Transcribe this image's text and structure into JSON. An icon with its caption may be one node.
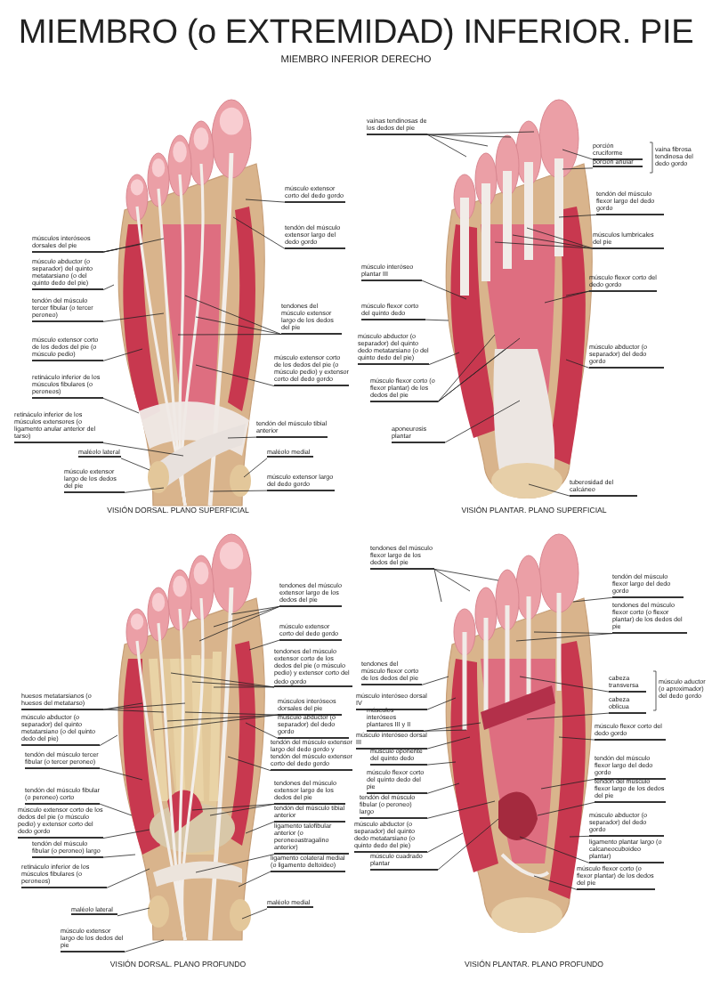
{
  "diagram": {
    "title": "MIEMBRO (o EXTREMIDAD) INFERIOR. PIE",
    "nodes": [
      {
        "text": [
          "músculos interóseos dorsales del pie"
        ]
      },
      {
        "text": [
          "músculo abductor (o separador) del quinto metatarsiano (o del quinto dedo del pie)"
        ]
      },
      {
        "text": [
          "tendón del músculo tercer fibular (o tercer peroneo)"
        ]
      },
      {
        "text": [
          "músculo extensor corto de los dedos del pie (o músculo pedio)"
        ]
      },
      {
        "text": [
          "retináculo inferior de los músculos fibulares (o peroneos)"
        ]
      },
      {
        "text": [
          "retináculo inferior de los músculos extensores (o ligamento anular anterior del tarso)"
        ]
      },
      {
        "text": [
          "maléolo lateral"
        ]
      },
      {
        "text": [
          "músculo extensor largo de los dedos del pie"
        ]
      },
      {
        "text": [
          "músculo extensor corto del dedo gordo"
        ]
      },
      {
        "text": [
          "tendón del músculo extensor largo del dedo gordo"
        ]
      },
      {
        "text": [
          "tendones del músculo extensor largo de los dedos del pie"
        ]
      },
      {
        "text": [
          "músculo extensor corto de los dedos del pie (o músculo pedio) y extensor corto del dedo gordo"
        ]
      },
      {
        "text": [
          "tendón del músculo tibial anterior"
        ]
      },
      {
        "text": [
          "maléolo medial"
        ]
      },
      {
        "text": [
          "músculo extensor largo del dedo gordo"
        ]
      },
      {
        "text": [
          "vainas tendinosas de los dedos del pie"
        ]
      },
      {
        "text": [
          "porción cruciforme"
        ]
      },
      {
        "text": [
          "porción anular"
        ]
      },
      {
        "text": [
          "tendón del músculo flexor largo del dedo gordo"
        ]
      },
      {
        "text": [
          "músculos lumbricales del pie"
        ]
      },
      {
        "text": [
          "músculo flexor corto del dedo gordo"
        ]
      },
      {
        "text": [
          "músculo abductor (o separador) del dedo gordo"
        ]
      },
      {
        "text": [
          "tuberosidad del calcáneo"
        ]
      },
      {
        "text": [
          "músculo interóseo plantar III"
        ]
      },
      {
        "text": [
          "músculo flexor corto del quinto dedo"
        ]
      },
      {
        "text": [
          "músculo abductor (o separador) del quinto dedo metatarsiano (o del quinto dedo del pie)"
        ]
      },
      {
        "text": [
          "músculo flexor corto (o flexor plantar) de los dedos del pie"
        ]
      },
      {
        "text": [
          "aponeurosis plantar"
        ]
      },
      {
        "text": [
          "huesos metatarsianos (o huesos del metatarso)"
        ]
      },
      {
        "text": [
          "músculo abductor (o separador) del quinto metatarsiano (o del quinto dedo del pie)"
        ]
      },
      {
        "text": [
          "tendón del músculo tercer fibular (o tercer peroneo)"
        ]
      },
      {
        "text": [
          "tendón del músculo fibular (o peroneo) corto"
        ]
      },
      {
        "text": [
          "músculo extensor corto de los dedos del pie (o músculo pedio) y extensor corto del dedo gordo"
        ]
      },
      {
        "text": [
          "tendón del músculo fibular (o peroneo) largo"
        ]
      },
      {
        "text": [
          "retináculo inferior de los músculos fibulares (o peroneos)"
        ]
      },
      {
        "text": [
          "maléolo lateral"
        ]
      },
      {
        "text": [
          "músculo extensor largo de los dedos del pie"
        ]
      },
      {
        "text": [
          "tendones del músculo extensor largo de los dedos del pie"
        ]
      },
      {
        "text": [
          "músculo extensor corto del dedo gordo"
        ]
      },
      {
        "text": [
          "tendones del músculo extensor corto de los dedos del pie (o músculo pedio) y extensor corto del dedo gordo"
        ]
      },
      {
        "text": [
          "músculos interóseos dorsales del pie"
        ]
      },
      {
        "text": [
          "músculo abductor (o separador) del dedo gordo"
        ]
      },
      {
        "text": [
          "tendón del músculo extensor largo del dedo gordo y tendón del músculo extensor corto del dedo gordo"
        ]
      },
      {
        "text": [
          "tendones del músculo extensor largo de los dedos del pie"
        ]
      },
      {
        "text": [
          "tendón del músculo tibial anterior"
        ]
      },
      {
        "text": [
          "ligamento talofibular anterior (o peroneoastragalino anterior)"
        ]
      },
      {
        "text": [
          "ligamento colateral medial (o ligamento deltoideo)"
        ]
      },
      {
        "text": [
          "maléolo medial"
        ]
      },
      {
        "text": [
          "tendones del músculo flexor largo de los dedos del pie"
        ]
      },
      {
        "text": [
          "tendones del músculo flexor corto de los dedos del pie"
        ]
      },
      {
        "text": [
          "músculo interóseo dorsal IV"
        ]
      },
      {
        "text": [
          "músculos interóseos plantares III y II"
        ]
      },
      {
        "text": [
          "músculo interóseo dorsal III"
        ]
      },
      {
        "text": [
          "músculo oponente del quinto dedo"
        ]
      },
      {
        "text": [
          "músculo flexor corto del quinto dedo del pie"
        ]
      },
      {
        "text": [
          "tendón del músculo fibular (o peroneo) largo"
        ]
      },
      {
        "text": [
          "músculo abductor (o separador) del quinto dedo metatarsiano (o quinto dedo del pie)"
        ]
      },
      {
        "text": [
          "músculo cuadrado plantar"
        ]
      },
      {
        "text": [
          "tendón del músculo flexor largo del dedo gordo"
        ]
      },
      {
        "text": [
          "tendones del músculo flexor corto (o flexor plantar) de los dedos del pie"
        ]
      },
      {
        "text": [
          "cabeza transversa"
        ]
      },
      {
        "text": [
          "cabeza oblicua"
        ]
      },
      {
        "text": [
          "músculo flexor corto del dedo gordo"
        ]
      },
      {
        "text": [
          "tendón del músculo flexor largo del dedo gordo"
        ]
      },
      {
        "text": [
          "tendón del músculo flexor largo de los dedos del pie"
        ]
      },
      {
        "text": [
          "músculo abductor (o separador) del dedo gordo"
        ]
      },
      {
        "text": [
          "ligamento plantar largo (o calcaneocuboideo plantar)"
        ]
      },
      {
        "text": [
          "músculo flexor corto (o flexor plantar) de los dedos del pie"
        ]
      },
      {
        "text": [],
        "shape": "picture"
      },
      {
        "text": [],
        "shape": "picture"
      },
      {
        "text": [],
        "shape": "picture"
      },
      {
        "text": [],
        "shape": "picture"
      }
    ],
    "edges": [
      {
        "from": 0,
        "to": 68,
        "arrow": "none"
      },
      {
        "from": 0,
        "to": 68,
        "arrow": "none"
      },
      {
        "from": 0,
        "to": 68,
        "arrow": "none"
      },
      {
        "from": 1,
        "to": 68,
        "arrow": "none"
      },
      {
        "from": 2,
        "to": 68,
        "arrow": "none"
      },
      {
        "from": 3,
        "to": 68,
        "arrow": "none"
      },
      {
        "from": 4,
        "to": 68,
        "arrow": "none"
      },
      {
        "from": 5,
        "to": 68,
        "arrow": "none"
      },
      {
        "from": 6,
        "to": 68,
        "arrow": "none"
      },
      {
        "from": 7,
        "to": 68,
        "arrow": "none"
      },
      {
        "from": 8,
        "to": 68,
        "arrow": "none"
      },
      {
        "from": 9,
        "to": 68,
        "arrow": "none"
      },
      {
        "from": 10,
        "to": 68,
        "arrow": "none"
      },
      {
        "from": 10,
        "to": 68,
        "arrow": "none"
      },
      {
        "from": 10,
        "to": 68,
        "arrow": "none"
      },
      {
        "from": 11,
        "to": 68,
        "arrow": "none"
      },
      {
        "from": 12,
        "to": 68,
        "arrow": "none"
      },
      {
        "from": 13,
        "to": 68,
        "arrow": "none"
      },
      {
        "from": 14,
        "to": 68,
        "arrow": "none"
      },
      {
        "from": 15,
        "to": 69,
        "arrow": "none"
      },
      {
        "from": 15,
        "to": 69,
        "arrow": "none"
      },
      {
        "from": 15,
        "to": 69,
        "arrow": "none"
      },
      {
        "from": 15,
        "to": 69,
        "arrow": "none"
      },
      {
        "from": 16,
        "to": 69,
        "arrow": "none"
      },
      {
        "from": 17,
        "to": 69,
        "arrow": "none"
      },
      {
        "from": 18,
        "to": 69,
        "arrow": "none"
      },
      {
        "from": 19,
        "to": 69,
        "arrow": "none"
      },
      {
        "from": 19,
        "to": 69,
        "arrow": "none"
      },
      {
        "from": 19,
        "to": 69,
        "arrow": "none"
      },
      {
        "from": 20,
        "to": 69,
        "arrow": "none"
      },
      {
        "from": 20,
        "to": 69,
        "arrow": "none"
      },
      {
        "from": 21,
        "to": 69,
        "arrow": "none"
      },
      {
        "from": 22,
        "to": 69,
        "arrow": "none"
      },
      {
        "from": 23,
        "to": 69,
        "arrow": "none"
      },
      {
        "from": 24,
        "to": 69,
        "arrow": "none"
      },
      {
        "from": 25,
        "to": 69,
        "arrow": "none"
      },
      {
        "from": 26,
        "to": 69,
        "arrow": "none"
      },
      {
        "from": 26,
        "to": 69,
        "arrow": "none"
      },
      {
        "from": 26,
        "to": 69,
        "arrow": "none"
      },
      {
        "from": 27,
        "to": 69,
        "arrow": "none"
      },
      {
        "from": 28,
        "to": 70,
        "arrow": "none"
      },
      {
        "from": 28,
        "to": 70,
        "arrow": "none"
      },
      {
        "from": 28,
        "to": 70,
        "arrow": "none"
      },
      {
        "from": 29,
        "to": 70,
        "arrow": "none"
      },
      {
        "from": 30,
        "to": 70,
        "arrow": "none"
      },
      {
        "from": 31,
        "to": 70,
        "arrow": "none"
      },
      {
        "from": 32,
        "to": 70,
        "arrow": "none"
      },
      {
        "from": 33,
        "to": 70,
        "arrow": "none"
      },
      {
        "from": 34,
        "to": 70,
        "arrow": "none"
      },
      {
        "from": 35,
        "to": 70,
        "arrow": "none"
      },
      {
        "from": 36,
        "to": 70,
        "arrow": "none"
      },
      {
        "from": 37,
        "to": 70,
        "arrow": "none"
      },
      {
        "from": 37,
        "to": 70,
        "arrow": "none"
      },
      {
        "from": 37,
        "to": 70,
        "arrow": "none"
      },
      {
        "from": 38,
        "to": 70,
        "arrow": "none"
      },
      {
        "from": 39,
        "to": 70,
        "arrow": "none"
      },
      {
        "from": 39,
        "to": 70,
        "arrow": "none"
      },
      {
        "from": 39,
        "to": 70,
        "arrow": "none"
      },
      {
        "from": 40,
        "to": 70,
        "arrow": "none"
      },
      {
        "from": 40,
        "to": 70,
        "arrow": "none"
      },
      {
        "from": 40,
        "to": 70,
        "arrow": "none"
      },
      {
        "from": 41,
        "to": 70,
        "arrow": "none"
      },
      {
        "from": 42,
        "to": 70,
        "arrow": "none"
      },
      {
        "from": 43,
        "to": 70,
        "arrow": "none"
      },
      {
        "from": 43,
        "to": 70,
        "arrow": "none"
      },
      {
        "from": 44,
        "to": 70,
        "arrow": "none"
      },
      {
        "from": 45,
        "to": 70,
        "arrow": "none"
      },
      {
        "from": 46,
        "to": 70,
        "arrow": "none"
      },
      {
        "from": 47,
        "to": 70,
        "arrow": "none"
      },
      {
        "from": 48,
        "to": 71,
        "arrow": "none"
      },
      {
        "from": 48,
        "to": 71,
        "arrow": "none"
      },
      {
        "from": 48,
        "to": 71,
        "arrow": "none"
      },
      {
        "from": 49,
        "to": 71,
        "arrow": "none"
      },
      {
        "from": 50,
        "to": 71,
        "arrow": "none"
      },
      {
        "from": 51,
        "to": 71,
        "arrow": "none"
      },
      {
        "from": 51,
        "to": 71,
        "arrow": "none"
      },
      {
        "from": 52,
        "to": 71,
        "arrow": "none"
      },
      {
        "from": 53,
        "to": 71,
        "arrow": "none"
      },
      {
        "from": 54,
        "to": 71,
        "arrow": "none"
      },
      {
        "from": 55,
        "to": 71,
        "arrow": "none"
      },
      {
        "from": 56,
        "to": 71,
        "arrow": "none"
      },
      {
        "from": 57,
        "to": 71,
        "arrow": "none"
      },
      {
        "from": 58,
        "to": 71,
        "arrow": "none"
      },
      {
        "from": 59,
        "to": 71,
        "arrow": "none"
      },
      {
        "from": 59,
        "to": 71,
        "arrow": "none"
      },
      {
        "from": 60,
        "to": 71,
        "arrow": "none"
      },
      {
        "from": 61,
        "to": 71,
        "arrow": "none"
      },
      {
        "from": 62,
        "to": 71,
        "arrow": "none"
      },
      {
        "from": 63,
        "to": 71,
        "arrow": "none"
      },
      {
        "from": 64,
        "to": 71,
        "arrow": "none"
      },
      {
        "from": 65,
        "to": 71,
        "arrow": "none"
      },
      {
        "from": 66,
        "to": 71,
        "arrow": "none"
      },
      {
        "from": 67,
        "to": 71,
        "arrow": "none"
      }
    ],
    "labels": [
      "MIEMBRO INFERIOR DERECHO",
      "vaina fibrosa tendinosa del dedo gordo",
      "VISIÓN DORSAL. PLANO SUPERFICIAL",
      "VISIÓN PLANTAR. PLANO SUPERFICIAL",
      "músculo aductor (o aproximador) del dedo gordo",
      "VISIÓN DORSAL. PLANO PROFUNDO",
      "VISIÓN PLANTAR. PLANO PROFUNDO"
    ]
  }
}
